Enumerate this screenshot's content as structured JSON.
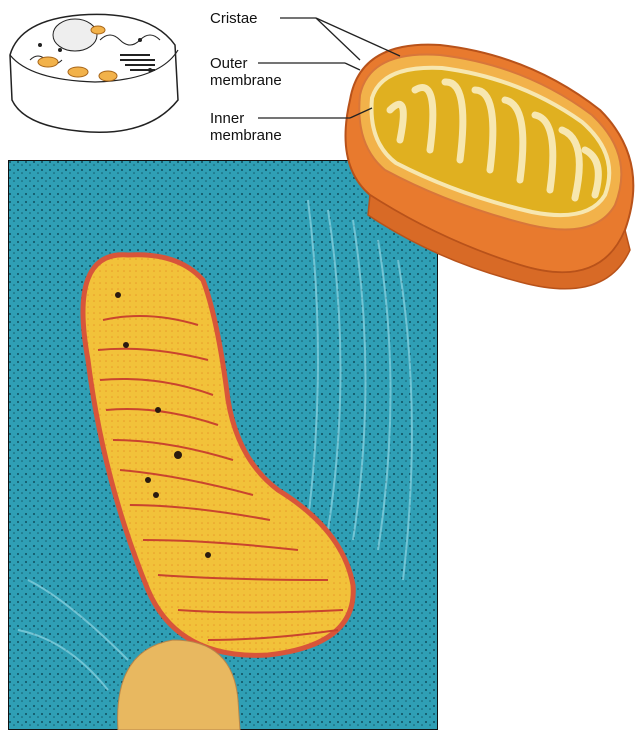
{
  "labels": {
    "cristae": "Cristae",
    "outer_line1": "Outer",
    "outer_line2": "membrane",
    "inner_line1": "Inner",
    "inner_line2": "membrane"
  },
  "colors": {
    "cytoplasm": "#2f9fb5",
    "mito_fill": "#f2c23a",
    "mito_edge": "#d8553a",
    "membrane_outer": "#e87a2e",
    "cristae_fill": "#f7e7b0",
    "matrix": "#e0b020"
  },
  "icons": [
    "cell-overview-thumbnail",
    "mitochondrion-3d-cutaway",
    "electron-micrograph"
  ]
}
